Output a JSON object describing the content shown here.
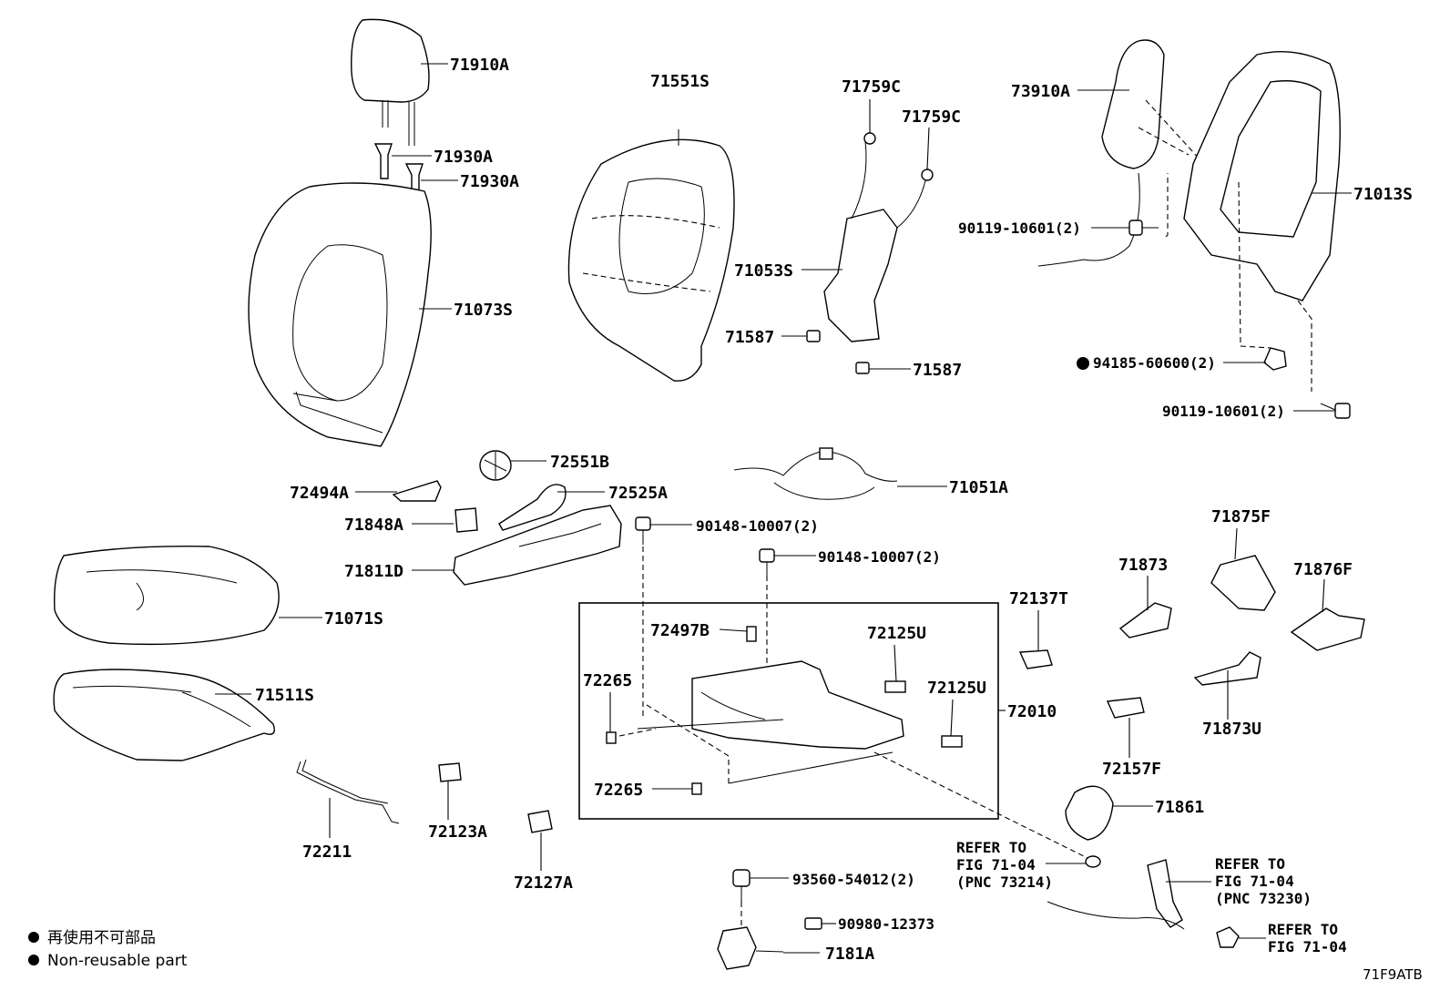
{
  "parts": {
    "p71910A": "71910A",
    "p71930A_1": "71930A",
    "p71930A_2": "71930A",
    "p71073S": "71073S",
    "p71551S": "71551S",
    "p71759C_1": "71759C",
    "p71759C_2": "71759C",
    "p71053S": "71053S",
    "p71587_1": "71587",
    "p71587_2": "71587",
    "p73910A": "73910A",
    "p71013S": "71013S",
    "p90119a": "90119-10601(2)",
    "p94185": "94185-60600(2)",
    "p90119b": "90119-10601(2)",
    "p72551B": "72551B",
    "p72494A": "72494A",
    "p72525A": "72525A",
    "p71051A": "71051A",
    "p71848A": "71848A",
    "p90148a": "90148-10007(2)",
    "p90148b": "90148-10007(2)",
    "p71811D": "71811D",
    "p71071S": "71071S",
    "p72137T": "72137T",
    "p71875F": "71875F",
    "p71873": "71873",
    "p71876F": "71876F",
    "p72497B": "72497B",
    "p72125U_1": "72125U",
    "p72125U_2": "72125U",
    "p72265_1": "72265",
    "p72265_2": "72265",
    "p72010": "72010",
    "p71511S": "71511S",
    "p71873U": "71873U",
    "p72157F": "72157F",
    "p71861": "71861",
    "p72211": "72211",
    "p72123A": "72123A",
    "p72127A": "72127A",
    "p93560": "93560-54012(2)",
    "p90980": "90980-12373",
    "p7181A": "7181A"
  },
  "refs": {
    "ref1": [
      "REFER TO",
      "FIG 71-04",
      "(PNC 73214)"
    ],
    "ref2": [
      "REFER TO",
      "FIG 71-04",
      "(PNC 73230)"
    ],
    "ref3": [
      "REFER TO",
      "FIG 71-04"
    ]
  },
  "legend": {
    "line1": "再使用不可部品",
    "line2": "Non-reusable part"
  },
  "figure_code": "71F9ATB"
}
